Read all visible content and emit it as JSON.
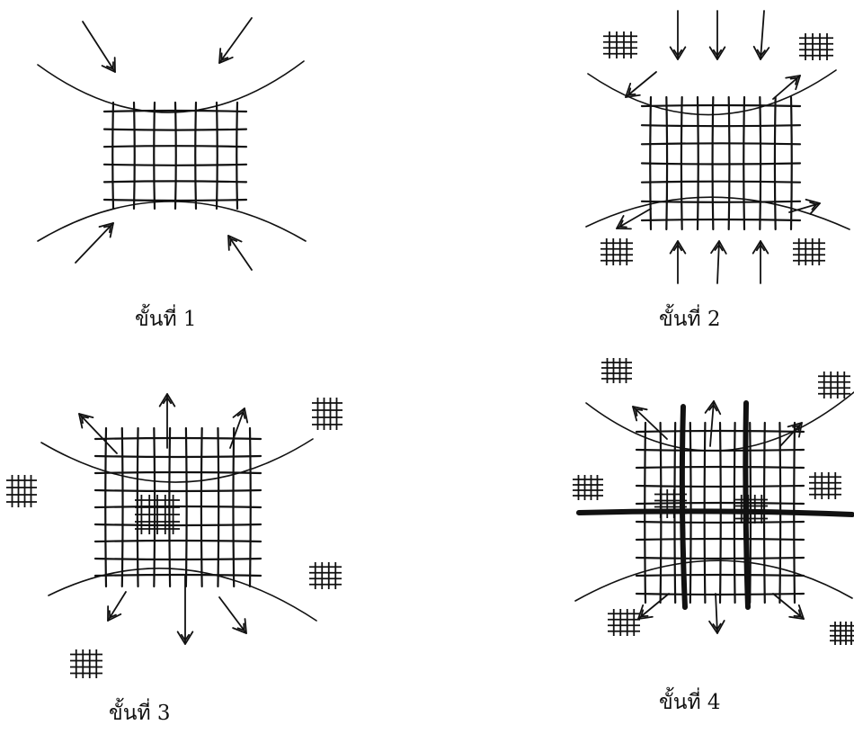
{
  "steps": [
    {
      "label": "ขั้นที่ 1"
    },
    {
      "label": "ขั้นที่ 2"
    },
    {
      "label": "ขั้นที่ 3"
    },
    {
      "label": "ขั้นที่ 4"
    }
  ]
}
